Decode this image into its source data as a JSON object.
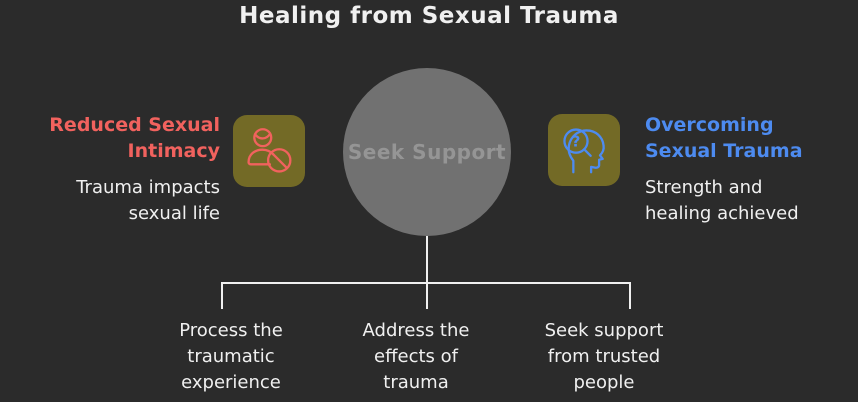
{
  "title": "Healing from Sexual Trauma",
  "colors": {
    "background": "#2b2b2b",
    "accent_red": "#f1625e",
    "accent_blue": "#4d8bf0",
    "icon_bg": "#736a26",
    "circle_fill": "#717171",
    "circle_text": "#959595",
    "text_light": "#f0f0f0",
    "line_color": "#f0f0f0"
  },
  "center_node": {
    "label": "Seek Support"
  },
  "left_section": {
    "heading": "Reduced Sexual\nIntimacy",
    "subtitle": "Trauma impacts\nsexual life",
    "icon": "person-blocked-icon"
  },
  "right_section": {
    "heading": "Overcoming\nSexual Trauma",
    "subtitle": "Strength and\nhealing achieved",
    "icon": "head-search-icon"
  },
  "branches": [
    {
      "label": "Process the\ntraumatic\nexperience"
    },
    {
      "label": "Address the\neffects of\ntrauma"
    },
    {
      "label": "Seek support\nfrom trusted\npeople"
    }
  ]
}
